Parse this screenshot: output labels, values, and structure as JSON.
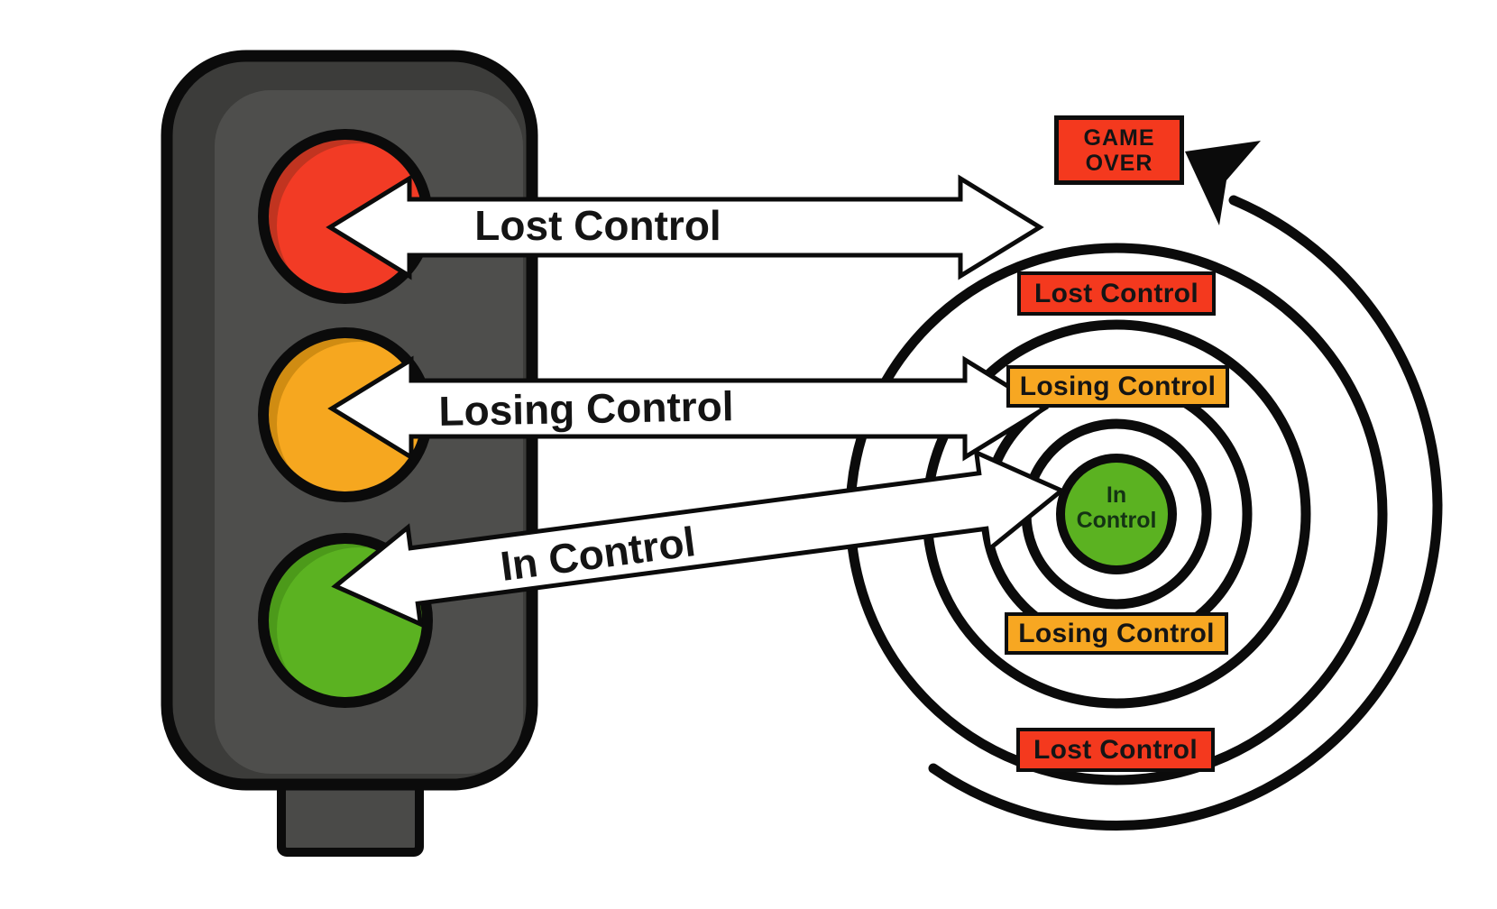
{
  "traffic_light": {
    "body_color": "#3C3C3A",
    "panel_color": "#4E4E4C",
    "outline_color": "#0B0B0B",
    "lights": [
      {
        "name": "red-light",
        "color": "#F23B25",
        "shade": "#C13420"
      },
      {
        "name": "yellow-light",
        "color": "#F6A71F",
        "shade": "#D08C12"
      },
      {
        "name": "green-light",
        "color": "#5BB221",
        "shade": "#4C9A1A"
      }
    ]
  },
  "arrows": [
    {
      "label": "Lost Control"
    },
    {
      "label": "Losing Control"
    },
    {
      "label": "In Control"
    }
  ],
  "game_over": {
    "lines": [
      "GAME",
      "OVER"
    ],
    "color": "#F4391E"
  },
  "bullseye": {
    "center": {
      "lines": [
        "In",
        "Control"
      ],
      "color": "#5BB221"
    },
    "labels": [
      {
        "text": "Lost Control",
        "color": "#F4391E",
        "position": "top"
      },
      {
        "text": "Losing Control",
        "color": "#F7A722",
        "position": "top"
      },
      {
        "text": "Losing Control",
        "color": "#F7A722",
        "position": "bottom"
      },
      {
        "text": "Lost Control",
        "color": "#F4391E",
        "position": "bottom"
      }
    ]
  }
}
